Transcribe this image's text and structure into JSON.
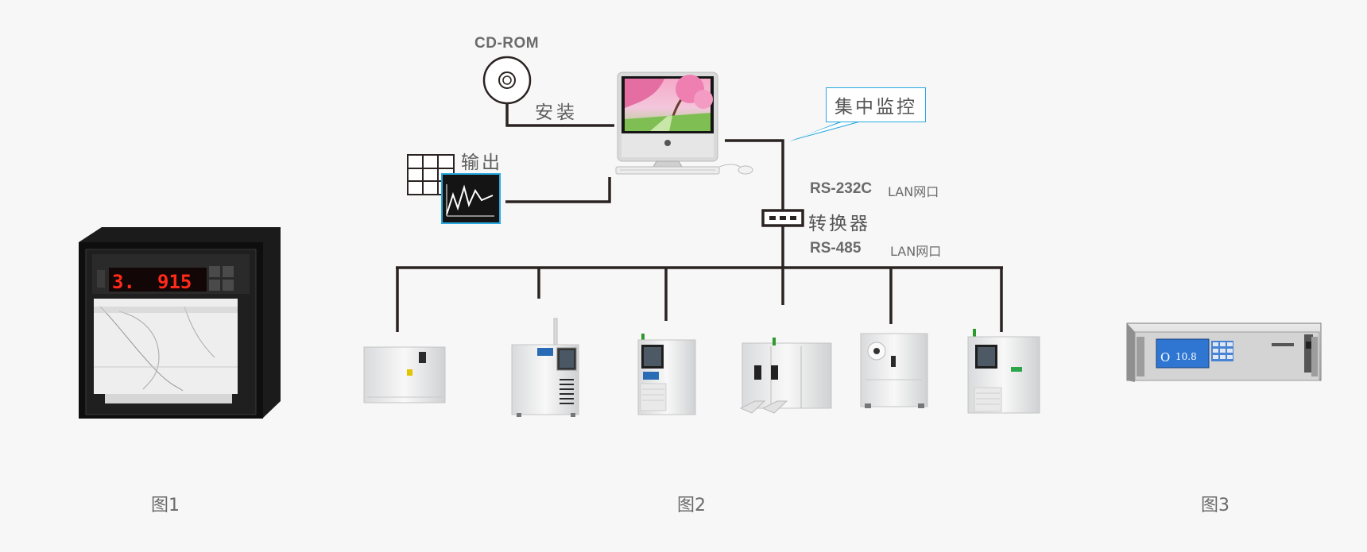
{
  "labels": {
    "cdrom": "CD-ROM",
    "install": "安装",
    "output": "输出",
    "central_monitoring": "集中监控",
    "rs232c": "RS-232C",
    "lan_port_1": "LAN网口",
    "converter": "转换器",
    "rs485": "RS-485",
    "lan_port_2": "LAN网口"
  },
  "recorder_display": {
    "left": "3.",
    "right": "915"
  },
  "analyzer_display": {
    "symbol": "O",
    "value": "10.8"
  },
  "captions": {
    "fig1": "图1",
    "fig2": "图2",
    "fig3": "图3"
  },
  "colors": {
    "line": "#2b2322",
    "accent": "#29a8e0",
    "led": "#ff2a1a"
  }
}
